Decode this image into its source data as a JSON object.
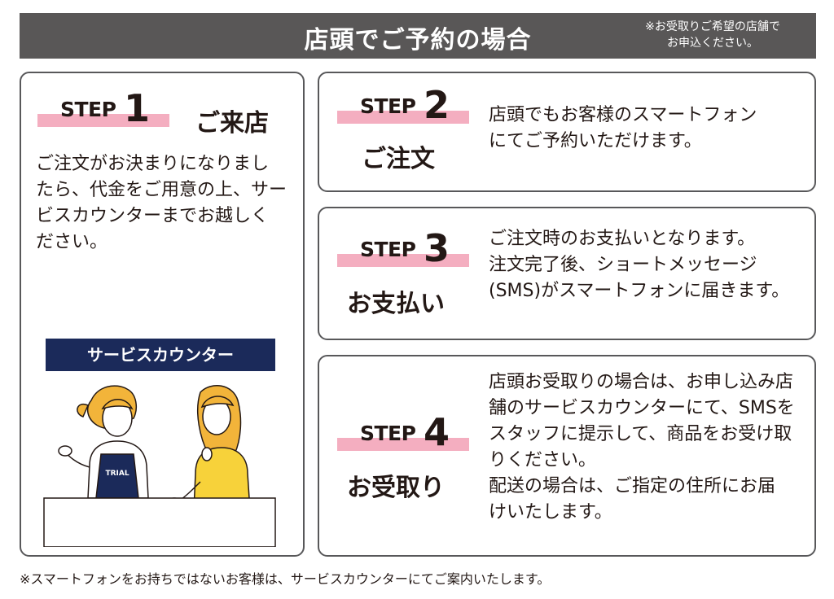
{
  "header": {
    "title": "店頭でご予約の場合",
    "note_line1": "※お受取りご希望の店舗で",
    "note_line2": "お申込ください。"
  },
  "steps": [
    {
      "word": "STEP",
      "number": "1",
      "title": "ご来店",
      "lines": [
        "ご注文がお決まりになりまし",
        "たら、代金をご用意の上、サー",
        "ビスカウンターまでお越しく",
        "ださい。"
      ]
    },
    {
      "word": "STEP",
      "number": "2",
      "title": "ご注文",
      "lines": [
        "店頭でもお客様のスマートフォン",
        "にてご予約いただけます。"
      ]
    },
    {
      "word": "STEP",
      "number": "3",
      "title": "お支払い",
      "lines": [
        "ご注文時のお支払いとなります。",
        "注文完了後、ショートメッセージ",
        "(SMS)がスマートフォンに届きます。"
      ]
    },
    {
      "word": "STEP",
      "number": "4",
      "title": "お受取り",
      "lines": [
        "店頭お受取りの場合は、お申し込み店",
        "舗のサービスカウンターにて、SMSを",
        "スタッフに提示して、商品をお受け取",
        "りください。",
        "配送の場合は、ご指定の住所にお届",
        "けいたします。"
      ]
    }
  ],
  "illustration": {
    "counter_label": "サービスカウンター",
    "apron_text": "TRIAL"
  },
  "footer": {
    "note": "※スマートフォンをお持ちではないお客様は、サービスカウンターにてご案内いたします。"
  },
  "colors": {
    "header_bg": "#595757",
    "accent_pink": "#f4aec0",
    "counter_navy": "#1b2a5a",
    "hair_yellow": "#f2b43a",
    "dress_yellow": "#f7d23a"
  }
}
